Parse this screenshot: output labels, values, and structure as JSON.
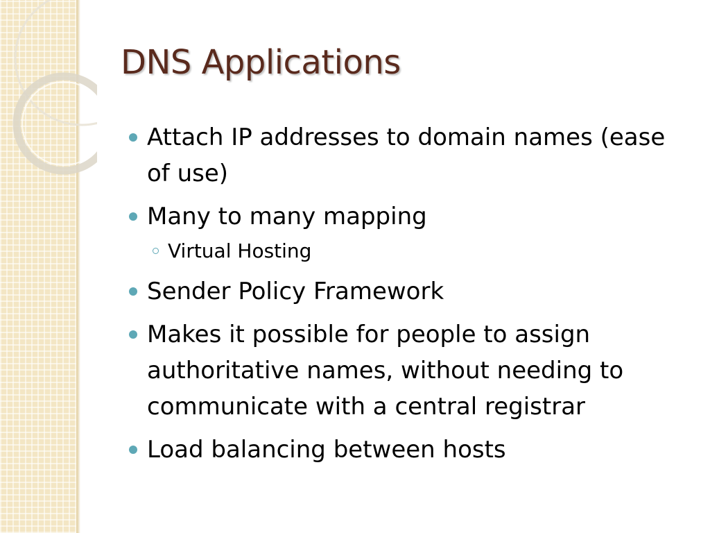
{
  "slide": {
    "title": "DNS Applications",
    "bullets": [
      {
        "text": "Attach IP addresses to domain names (ease of use)"
      },
      {
        "text": "Many to many mapping",
        "sub": [
          "Virtual Hosting"
        ]
      },
      {
        "text": "Sender Policy Framework"
      },
      {
        "text": "Makes it possible for people to assign authoritative names, without needing to communicate with a central registrar"
      },
      {
        "text": "Load balancing between hosts"
      }
    ]
  },
  "theme": {
    "title_color": "#5a2a1d",
    "bullet_color": "#5ea8b6",
    "strip_color": "#f3e6c4"
  }
}
